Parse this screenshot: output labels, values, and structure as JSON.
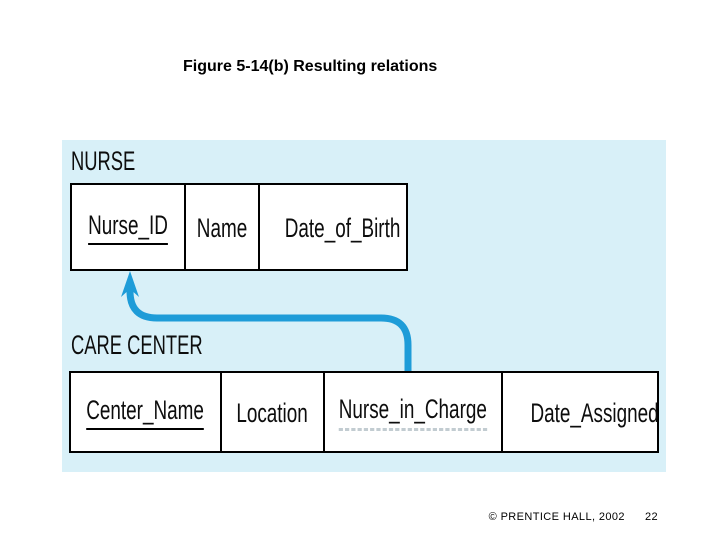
{
  "slide": {
    "title": "Figure 5-14(b) Resulting relations",
    "footer": {
      "copyright": "© PRENTICE HALL, 2002",
      "page_number": "22"
    }
  },
  "diagram": {
    "panel_background": "#d8f0f8",
    "arrow": {
      "name": "foreign-key-reference",
      "from": "CARE CENTER.Nurse_in_Charge",
      "to": "NURSE.Nurse_ID",
      "color": "#1e9cd8"
    },
    "relations": [
      {
        "name": "NURSE",
        "attributes": [
          {
            "label": "Nurse_ID",
            "key": "primary"
          },
          {
            "label": "Name",
            "key": "none"
          },
          {
            "label": "Date_of_Birth",
            "key": "none"
          }
        ]
      },
      {
        "name": "CARE CENTER",
        "attributes": [
          {
            "label": "Center_Name",
            "key": "primary"
          },
          {
            "label": "Location",
            "key": "none"
          },
          {
            "label": "Nurse_in_Charge",
            "key": "foreign"
          },
          {
            "label": "Date_Assigned",
            "key": "none"
          }
        ]
      }
    ]
  }
}
